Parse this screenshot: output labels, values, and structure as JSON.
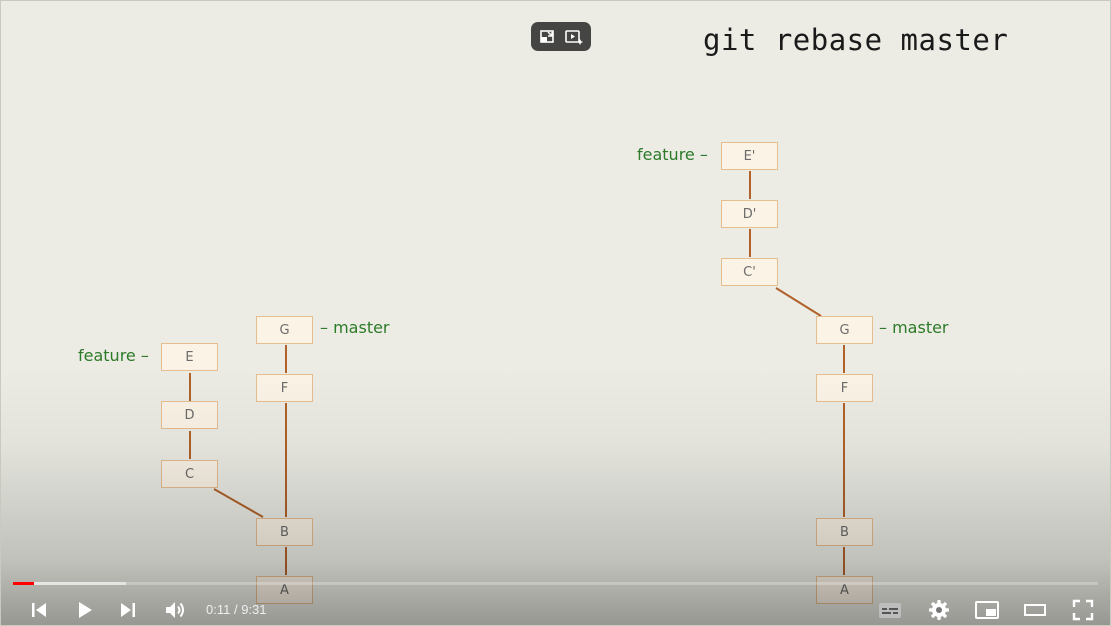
{
  "slide": {
    "title": "git rebase master"
  },
  "diagram_before": {
    "commits": [
      "A",
      "B",
      "C",
      "D",
      "E",
      "F",
      "G"
    ],
    "branches": {
      "feature": "feature –",
      "master": "– master"
    }
  },
  "diagram_after": {
    "commits": [
      "A",
      "B",
      "F",
      "G",
      "C'",
      "D'",
      "E'"
    ],
    "branches": {
      "feature": "feature –",
      "master": "– master"
    }
  },
  "player": {
    "time_current": "0:11",
    "time_separator": " / ",
    "time_total": "9:31",
    "played_fraction": 0.0193,
    "buffered_fraction": 0.104,
    "icons": {
      "prev": "skip-previous-icon",
      "play": "play-icon",
      "next": "skip-next-icon",
      "volume": "volume-icon",
      "captions": "captions-icon",
      "settings": "settings-icon",
      "miniplayer": "miniplayer-icon",
      "theater": "theater-mode-icon",
      "fullscreen": "fullscreen-icon",
      "overlay_a": "exit-pip-icon",
      "overlay_b": "autoplay-preview-icon"
    },
    "colors": {
      "progress_played": "#ff0000",
      "branch_label": "#2d7a28",
      "edge": "#b0622a"
    }
  }
}
